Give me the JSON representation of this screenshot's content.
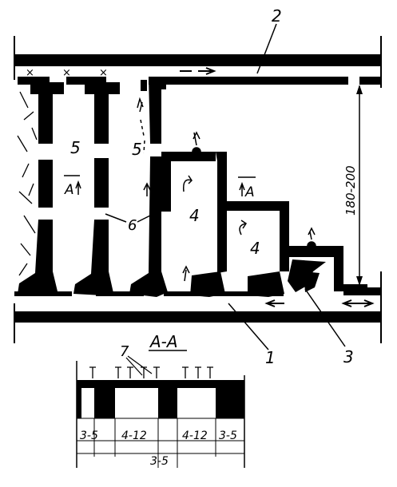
{
  "labels": {
    "callout_1": "1",
    "callout_2": "2",
    "callout_3": "3",
    "callout_6": "6",
    "callout_7": "7",
    "zone_5_left": "5",
    "zone_5_right": "5",
    "zone_4_top": "4",
    "zone_4_mid": "4",
    "zone_4_low": "4",
    "section_mark_left": "A",
    "section_mark_right": "A",
    "section_title": "A-A",
    "dimension_vertical": "180-200"
  },
  "section_dimensions": {
    "d1": "3-5",
    "d2": "4-12",
    "d3": "4-12",
    "d4": "3-5",
    "d5": "3-5"
  }
}
